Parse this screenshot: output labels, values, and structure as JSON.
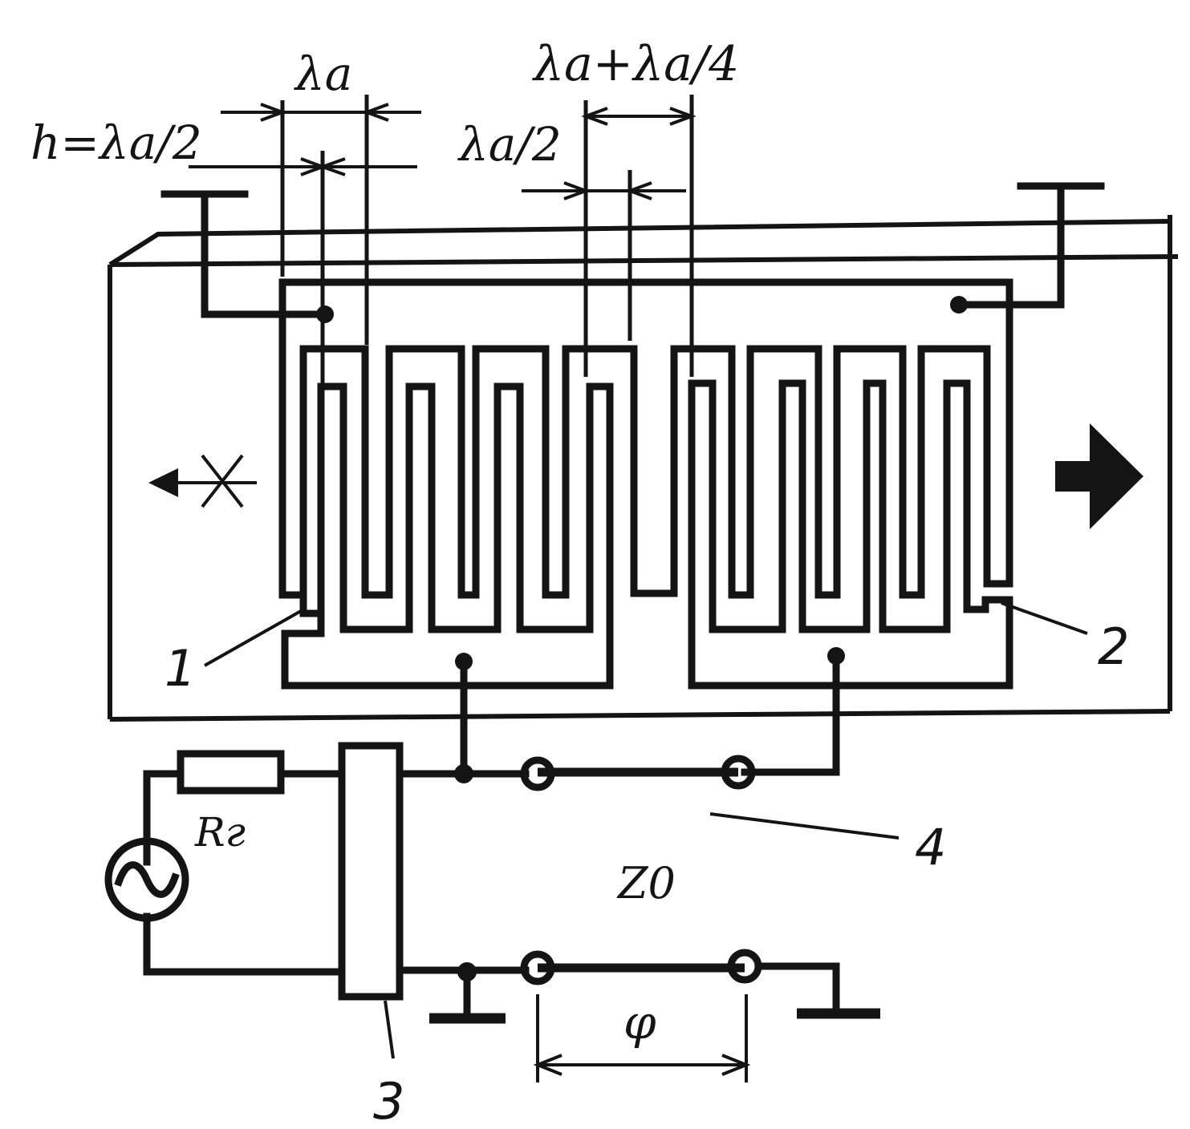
{
  "labels": {
    "h_label": "h=λa/2",
    "lambda_a": "λa",
    "lambda_a_half": "λa/2",
    "lambda_a_quarter": "λa+λa/4",
    "resistor": "Rг",
    "z0": "Z0",
    "phi": "φ",
    "num_1": "1",
    "num_2": "2",
    "num_3": "3",
    "num_4": "4"
  },
  "icons": {
    "generator": "ac-source-icon",
    "wave_forward": "filled-arrow-right-icon",
    "wave_backward_blocked": "crossed-arrow-left-icon",
    "ground": "ground-icon"
  },
  "colors": {
    "ink": "#141414",
    "paper": "#ffffff"
  }
}
